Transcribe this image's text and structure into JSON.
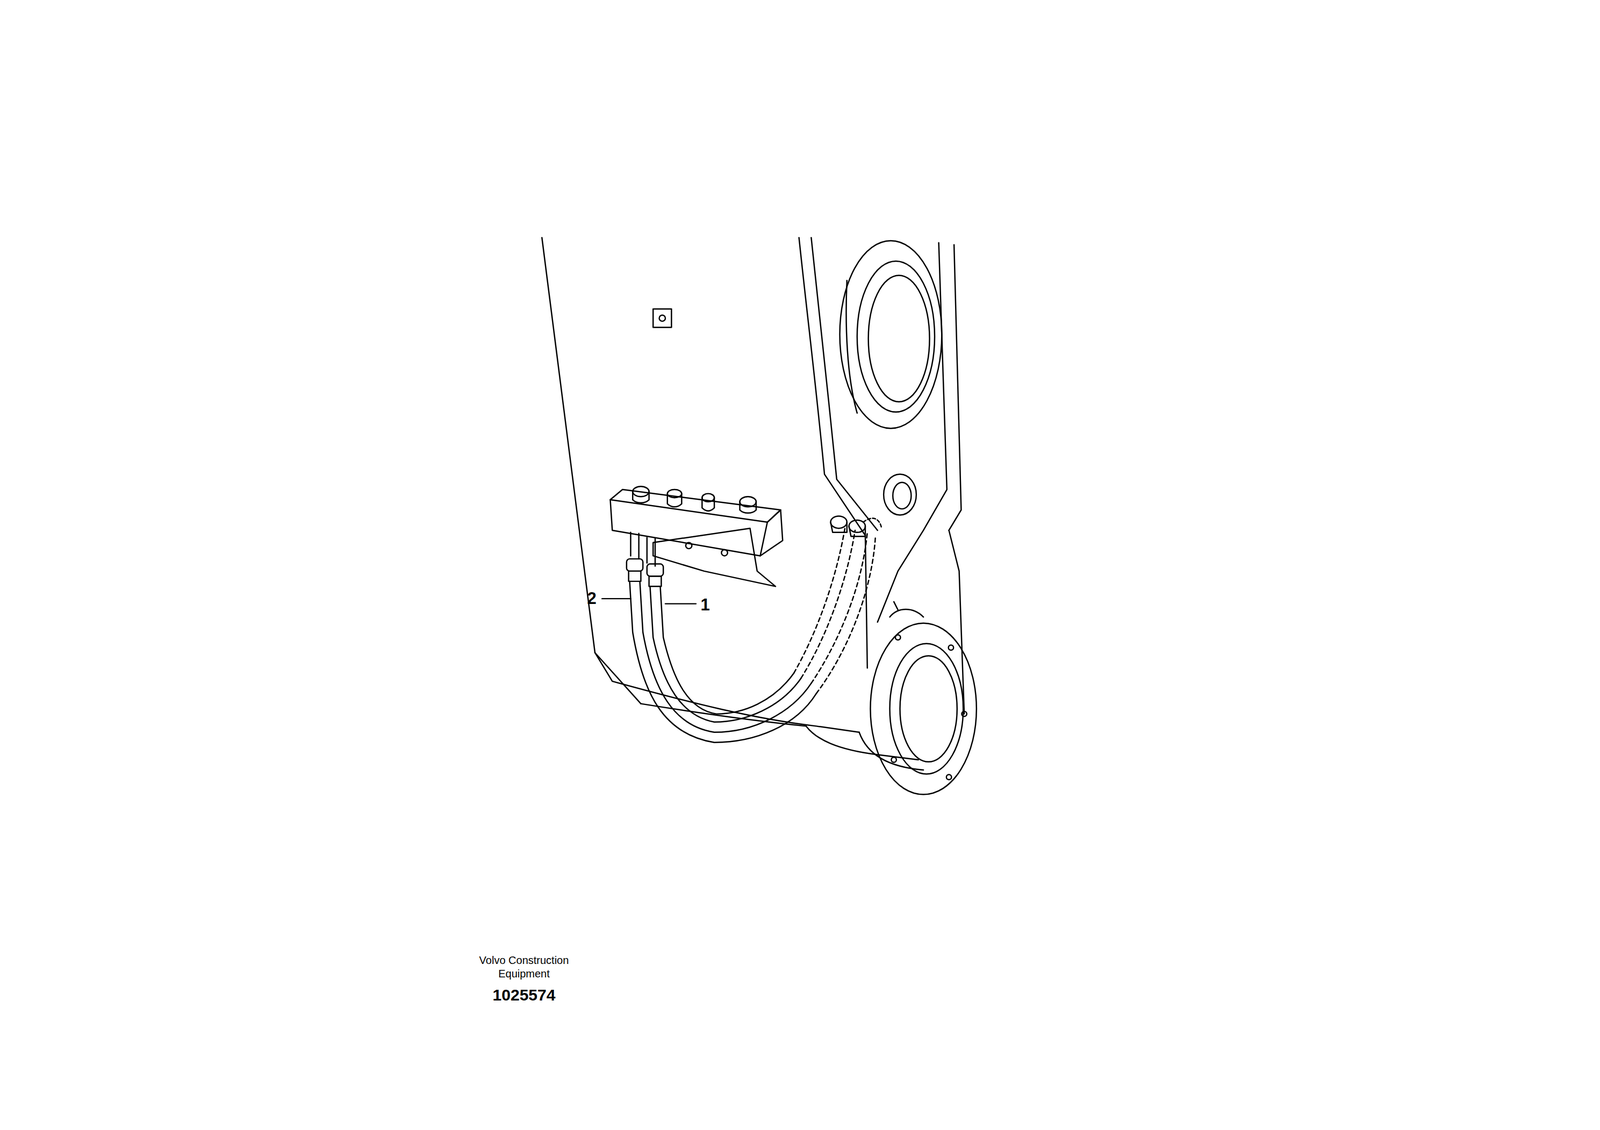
{
  "diagram": {
    "labels": [
      "2",
      "1",
      "Volvo Construction Equipment",
      "1025574"
    ]
  }
}
